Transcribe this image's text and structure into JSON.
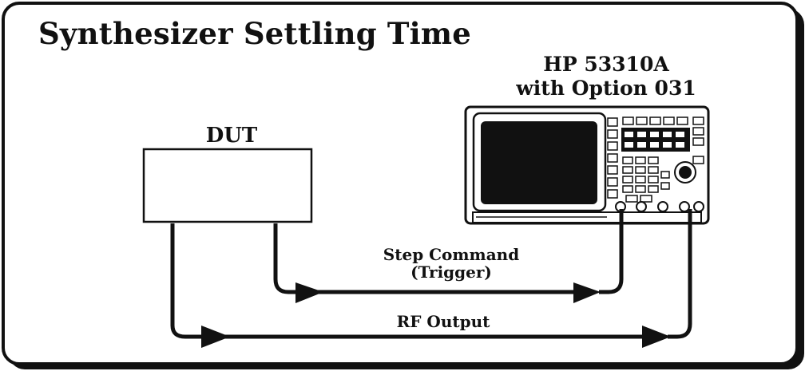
{
  "title": "Synthesizer Settling Time",
  "instrument": {
    "name": "HP 53310A",
    "option": "with Option 031"
  },
  "dut": {
    "label": "DUT"
  },
  "signals": {
    "step_command": "Step Command",
    "trigger": "(Trigger)",
    "rf_output": "RF Output"
  },
  "colors": {
    "ink": "#111111",
    "background": "#ffffff"
  }
}
